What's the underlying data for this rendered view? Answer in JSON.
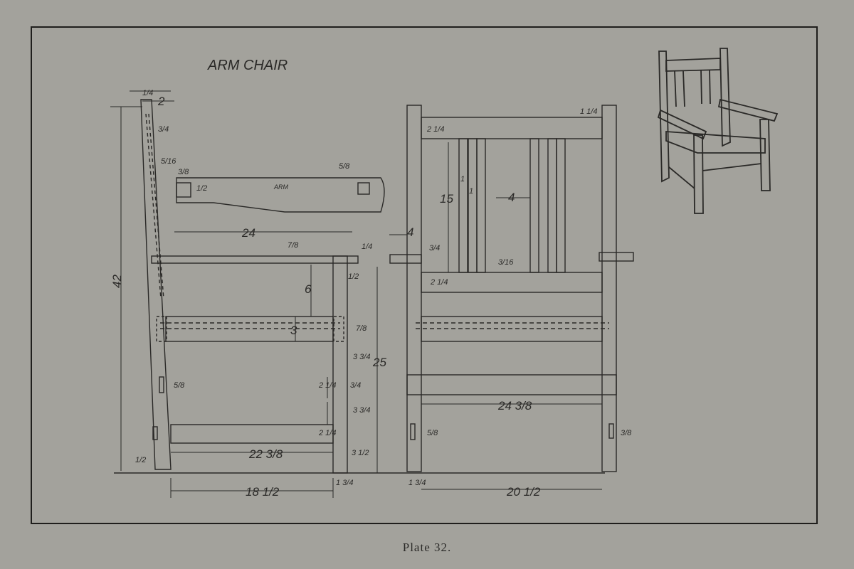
{
  "title": "ARM CHAIR",
  "caption": "Plate 32.",
  "arm_label": "ARM",
  "dimensions": {
    "side_top_quarter": "1/4",
    "side_two": "2",
    "side_three_quarter": "3/4",
    "side_five_sixteenth": "5/16",
    "arm_three_eighth": "3/8",
    "arm_half": "1/2",
    "arm_five_eighth": "5/8",
    "overall_height": "42",
    "arm_length": "24",
    "arm_seven_eighth": "7/8",
    "arm_quarter": "1/4",
    "post_half": "1/2",
    "six": "6",
    "three": "3",
    "seven_eighth": "7/8",
    "three_three_quarter": "3 3/4",
    "twenty_five": "25",
    "two_quarter_a": "2 1/4",
    "three_quarter_b": "3/4",
    "three_quarter_c": "3 3/4",
    "two_quarter_b": "2 1/4",
    "five_eighth_side": "5/8",
    "bottom_half": "1/2",
    "twenty_two_three_eighth": "22 3/8",
    "three_half": "3 1/2",
    "eighteen_half": "18 1/2",
    "one_three_quarter_side": "1 3/4",
    "front_one_quarter": "1 1/4",
    "front_two_quarter_top": "2 1/4",
    "front_fifteen": "15",
    "front_one_a": "1",
    "front_one_b": "1",
    "front_four_center": "4",
    "front_four_left": "4",
    "front_three_quarter": "3/4",
    "front_three_sixteenth": "3/16",
    "front_two_quarter_mid": "2 1/4",
    "front_twenty_four_three_eighth": "24 3/8",
    "front_five_eighth_left": "5/8",
    "front_three_eighth_right": "3/8",
    "front_one_three_quarter": "1 3/4",
    "front_twenty_half": "20 1/2"
  }
}
